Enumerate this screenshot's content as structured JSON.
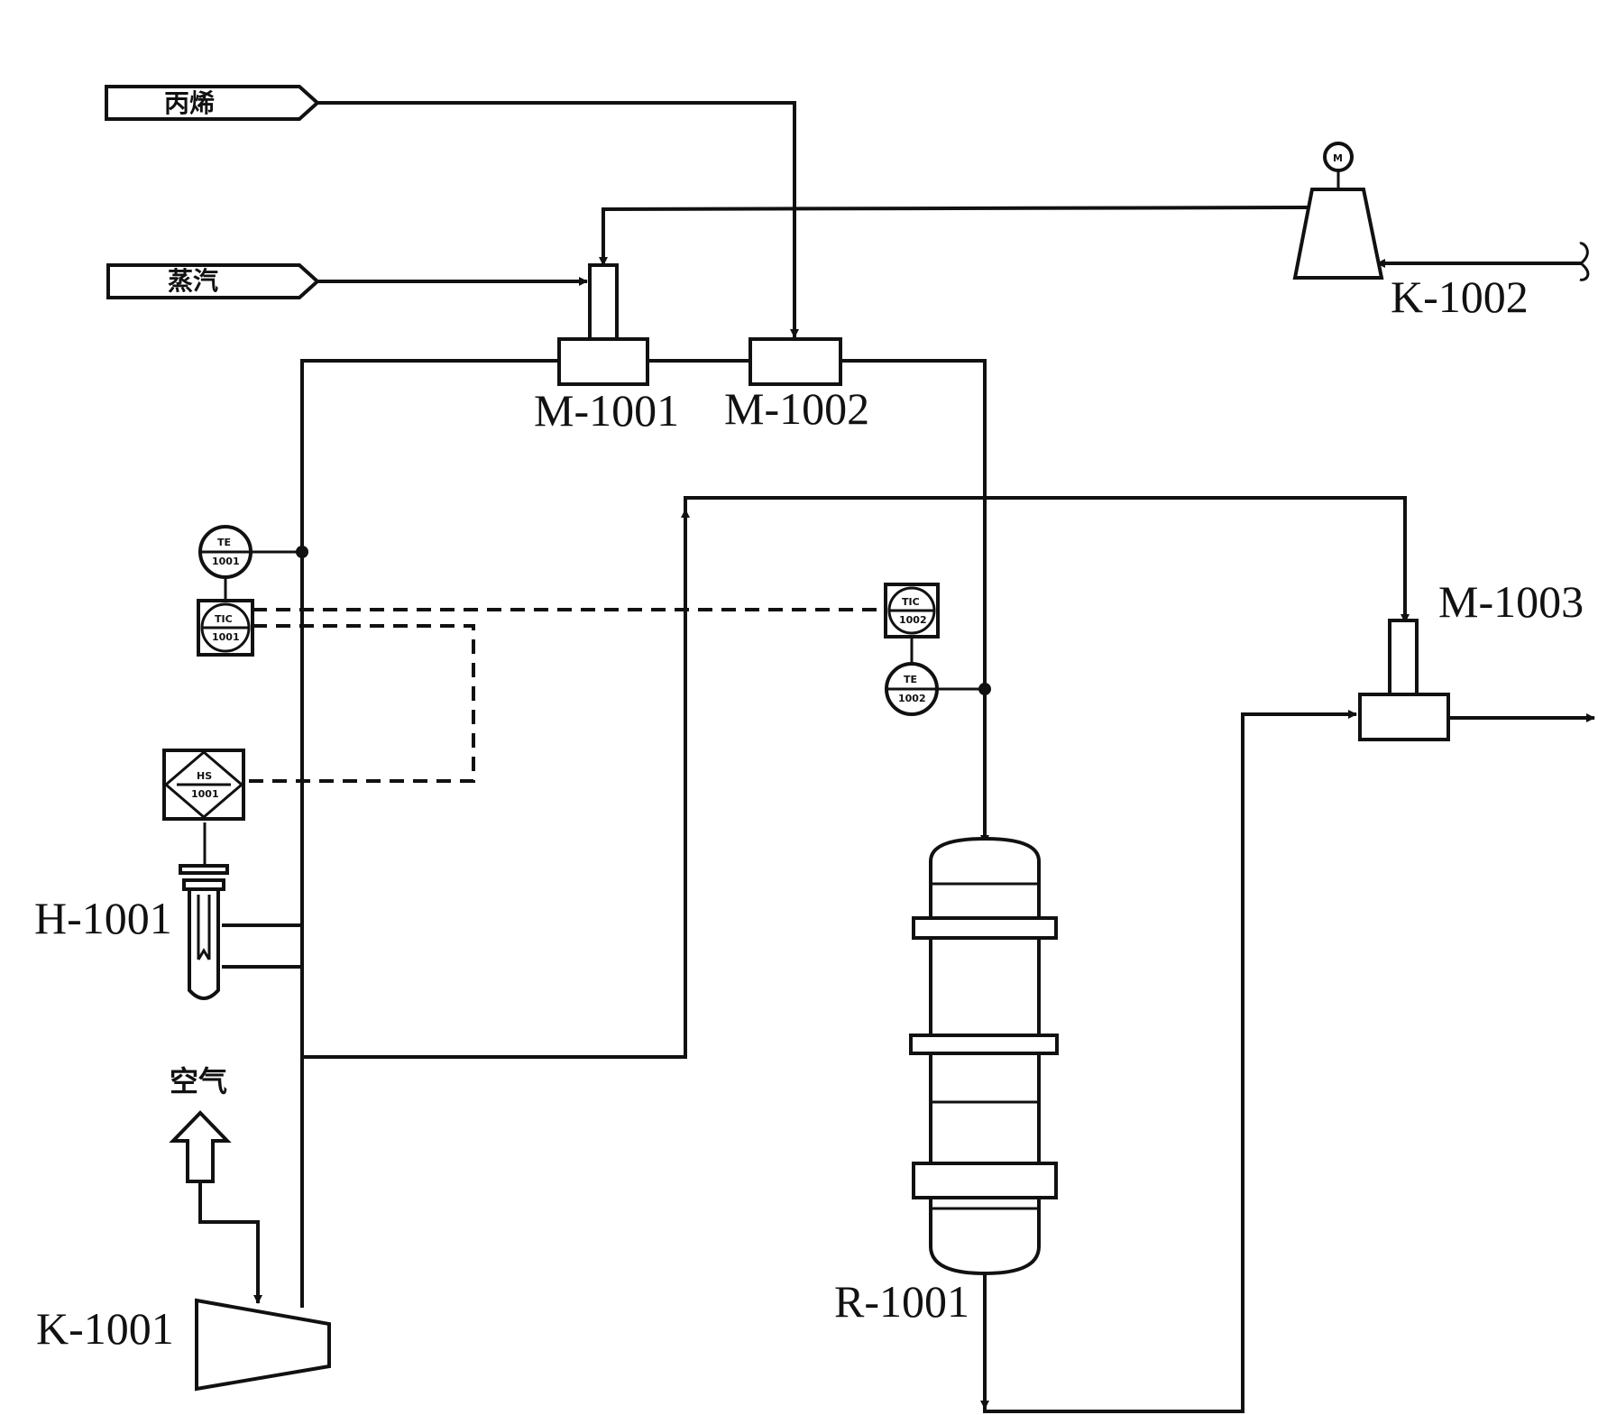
{
  "feeds": {
    "propylene": "丙烯",
    "steam": "蒸汽",
    "air": "空气"
  },
  "equipment": {
    "m1001": "M-1001",
    "m1002": "M-1002",
    "m1003": "M-1003",
    "k1001": "K-1001",
    "k1002": "K-1002",
    "h1001": "H-1001",
    "r1001": "R-1001"
  },
  "instruments": {
    "te1001_a": "TE",
    "te1001_b": "1001",
    "tic1001_a": "TIC",
    "tic1001_b": "1001",
    "hs1001_a": "HS",
    "hs1001_b": "1001",
    "tic1002_a": "TIC",
    "tic1002_b": "1002",
    "te1002_a": "TE",
    "te1002_b": "1002",
    "motor": "M"
  }
}
